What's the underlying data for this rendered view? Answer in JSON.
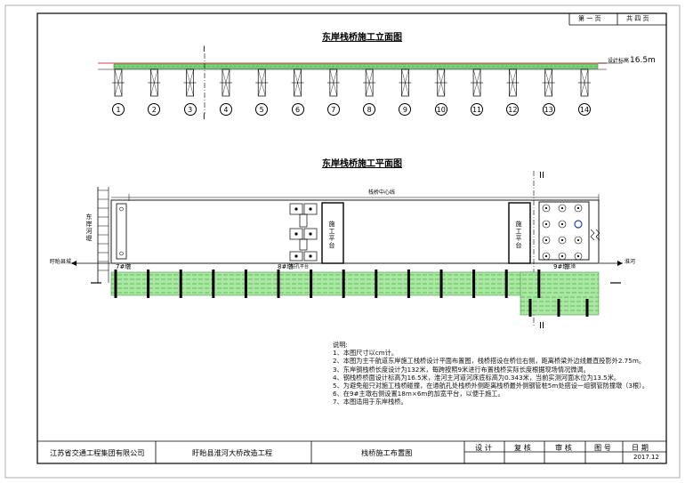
{
  "page": {
    "label_page": "第 一 页",
    "label_total": "共 四 页"
  },
  "elevation": {
    "title": "东岸栈桥施工立面图",
    "section_mark_top": "I",
    "section_mark_bottom": "I",
    "deck_label": "设计标高",
    "deck_value": "16.5m",
    "piers": [
      "1",
      "2",
      "3",
      "4",
      "5",
      "6",
      "7",
      "8",
      "9",
      "10",
      "11",
      "12",
      "13",
      "14"
    ]
  },
  "plan": {
    "title": "东岸栈桥施工平面图",
    "section_mark_top": "II",
    "section_mark_bottom": "II",
    "centerline_label": "栈桥中心线",
    "left_vertical_label": "东岸河堤",
    "platform_label": "施工平台",
    "left_arrow_label": "盱眙县城",
    "right_arrow_label": "淮河",
    "pier_7": "7#墩",
    "pier_8": "8#墩",
    "pier_8_note": "钻孔平台",
    "pier_9": "9#墩",
    "pier_9_note": "主墩"
  },
  "notes": [
    "说明:",
    "1、本图尺寸以cm计。",
    "2、本图为主干航道东岸施工栈桥设计平面布置图，栈桥搭设在桥位右侧，距离桥梁外边线最直投影外2.75m。",
    "3、东岸钢栈桥长度设计为132米，每跨按照9米进行布置栈桥实际长度根据现场情况微调。",
    "4、钢栈桥桥面设计标高为16.5米，淮河主河道河床底标高为0.343米，当前实测河面水位为13.5米。",
    "5、为避免船只对施工栈桥碰撞，在通航孔处栈桥外侧距离栈桥最外侧钢管桩5m处搭设一组钢管防撞墩（3根）。",
    "6、在9#主墩右侧设置18m×6m的加宽平台，以便于施工。",
    "7、本图适用于东岸栈桥。"
  ],
  "titleblock": {
    "company": "江苏省交通工程集团有限公司",
    "project": "盱眙县淮河大桥改造工程",
    "drawing": "栈桥施工布置图",
    "design": "设 计",
    "review": "复 核",
    "audit": "审 核",
    "drawing_no": "图 号",
    "date_label": "日 期",
    "date_value": "2017.12"
  }
}
